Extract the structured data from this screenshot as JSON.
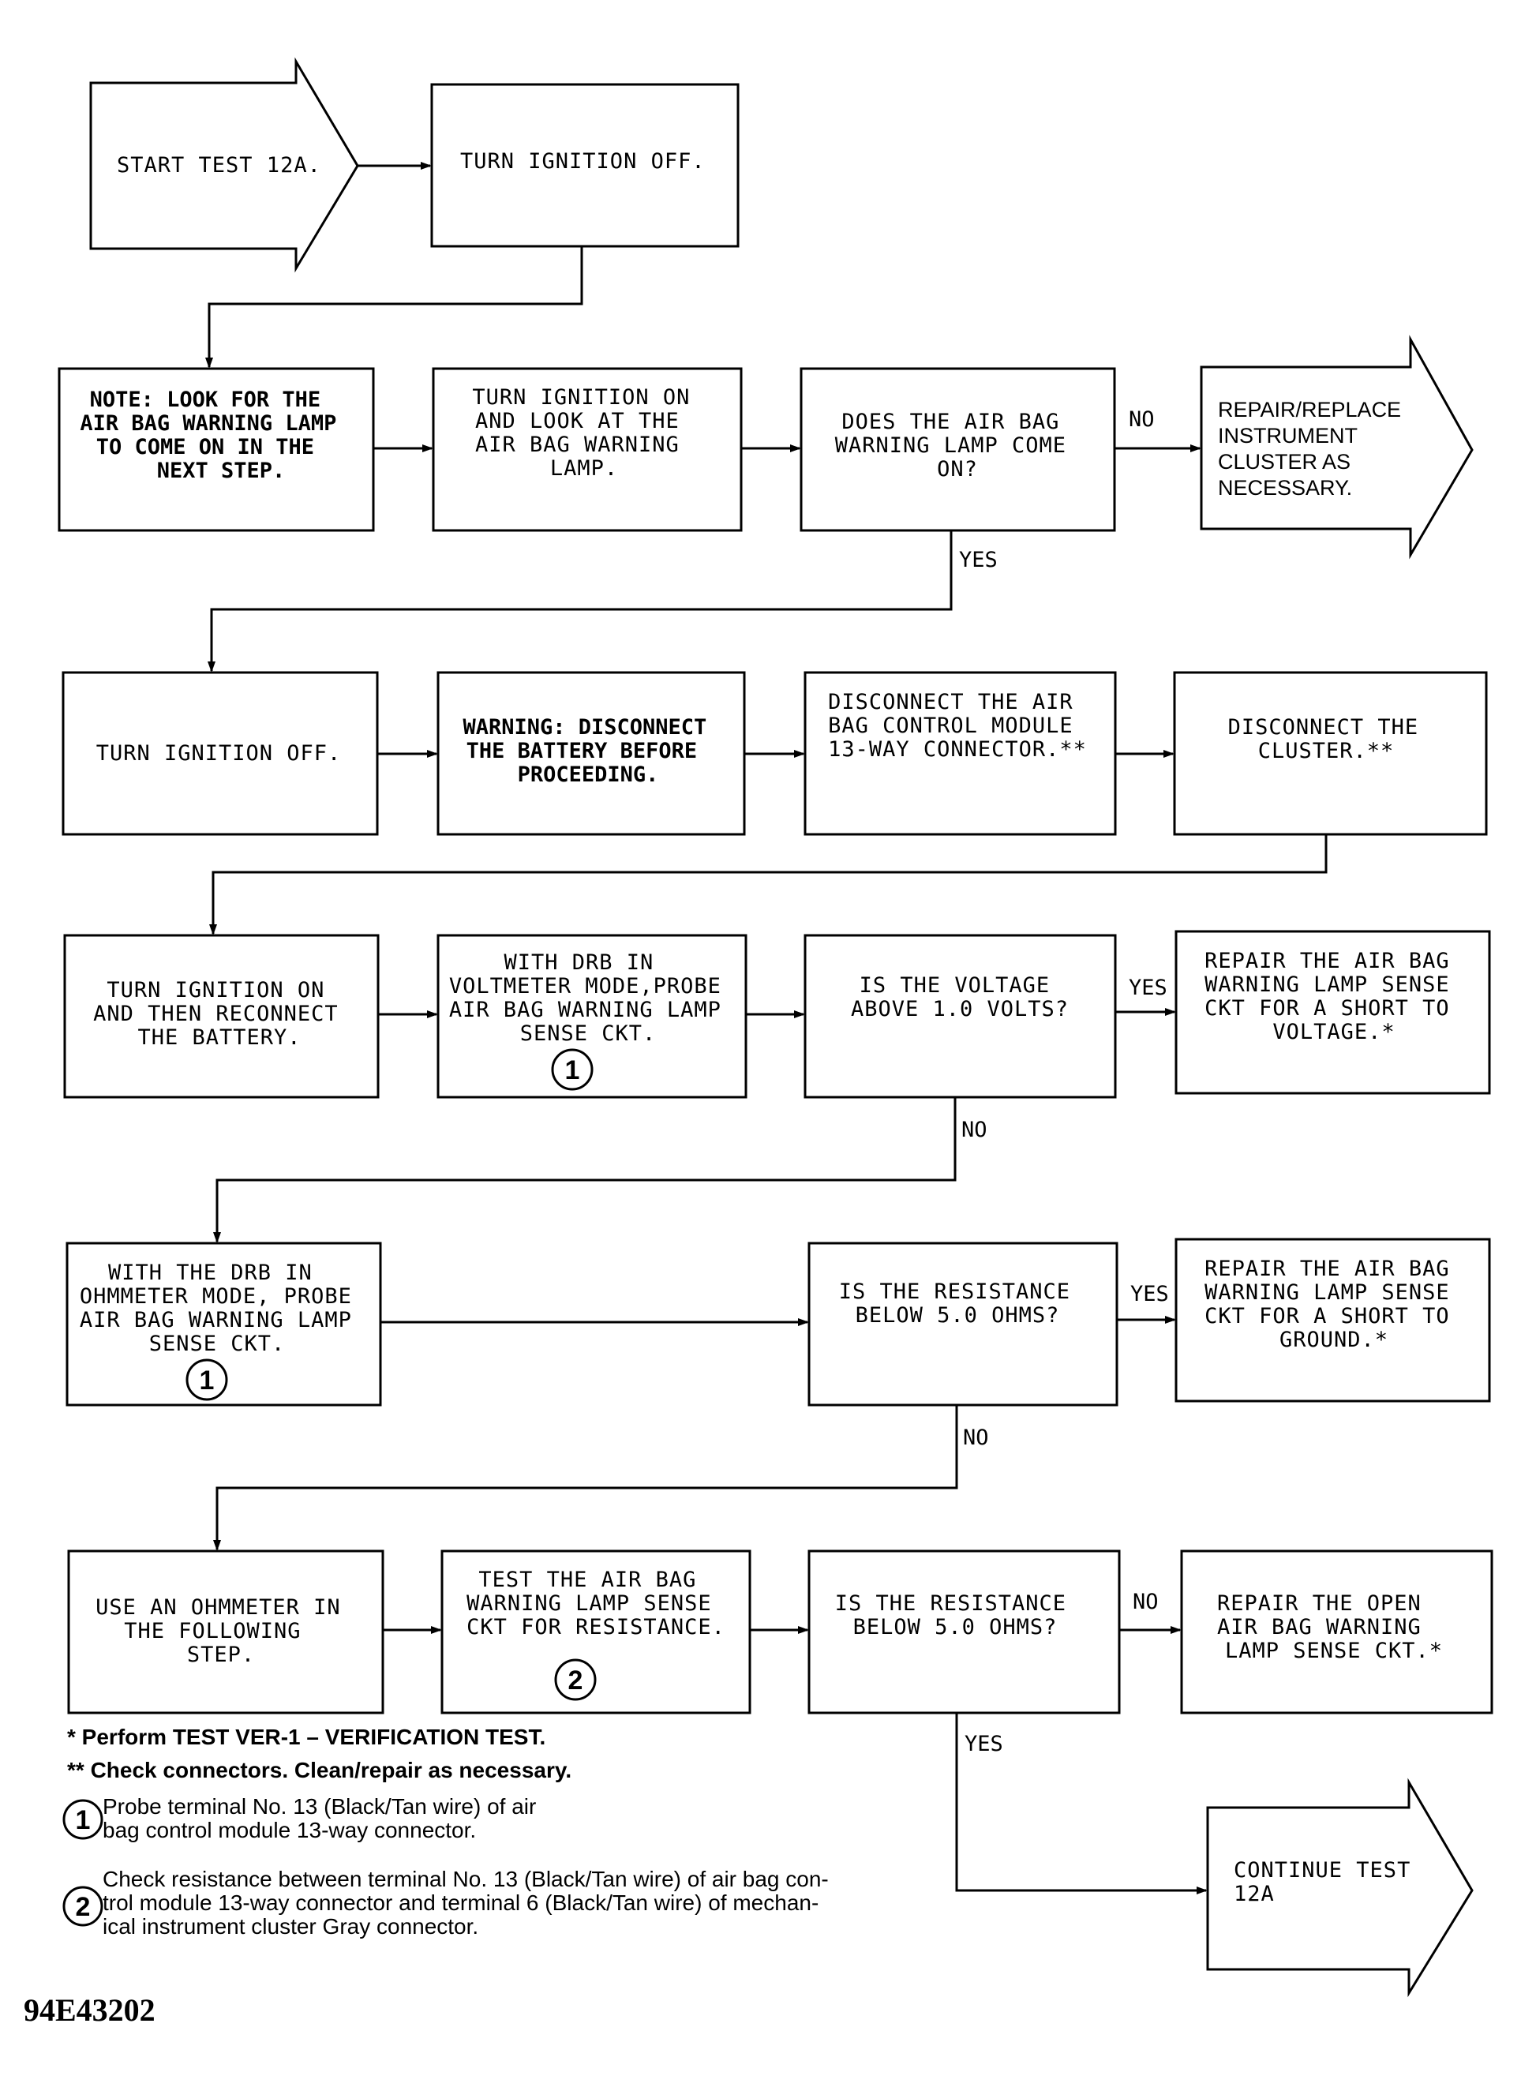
{
  "nodes": {
    "start": {
      "lines": [
        "START TEST 12A."
      ]
    },
    "n1": {
      "lines": [
        "TURN IGNITION OFF."
      ]
    },
    "n2": {
      "lines": [
        "NOTE:  LOOK FOR THE",
        "AIR BAG WARNING LAMP",
        "TO COME ON IN THE",
        "NEXT STEP."
      ]
    },
    "n3": {
      "lines": [
        "TURN IGNITION ON",
        "AND LOOK AT THE",
        "AIR BAG WARNING",
        "LAMP."
      ]
    },
    "n4": {
      "lines": [
        "DOES THE AIR BAG",
        "WARNING LAMP COME",
        "ON?"
      ]
    },
    "n5": {
      "lines": [
        "REPAIR/REPLACE",
        "INSTRUMENT",
        "CLUSTER AS",
        "NECESSARY."
      ]
    },
    "n6": {
      "lines": [
        "TURN IGNITION OFF."
      ]
    },
    "n7": {
      "lines": [
        "WARNING:  DISCONNECT",
        "THE BATTERY BEFORE",
        "PROCEEDING."
      ]
    },
    "n8": {
      "lines": [
        "DISCONNECT THE AIR",
        "BAG CONTROL MODULE",
        "13-WAY CONNECTOR.**"
      ]
    },
    "n9": {
      "lines": [
        "DISCONNECT THE",
        "CLUSTER.**"
      ]
    },
    "n10": {
      "lines": [
        "TURN IGNITION ON",
        "AND THEN RECONNECT",
        "THE BATTERY."
      ]
    },
    "n11": {
      "lines": [
        "WITH DRB IN",
        "VOLTMETER MODE,PROBE",
        "AIR BAG WARNING LAMP",
        "SENSE CKT."
      ],
      "badge": "1"
    },
    "n12": {
      "lines": [
        "IS THE VOLTAGE",
        "ABOVE 1.0 VOLTS?"
      ]
    },
    "n13": {
      "lines": [
        "REPAIR THE AIR BAG",
        "WARNING LAMP SENSE",
        "CKT FOR A SHORT TO",
        "VOLTAGE.*"
      ]
    },
    "n14": {
      "lines": [
        "WITH THE DRB IN",
        "OHMMETER MODE, PROBE",
        "AIR BAG WARNING LAMP",
        "SENSE CKT."
      ],
      "badge": "1"
    },
    "n15": {
      "lines": [
        "IS THE RESISTANCE",
        "BELOW 5.0 OHMS?"
      ]
    },
    "n16": {
      "lines": [
        "REPAIR THE AIR BAG",
        "WARNING LAMP SENSE",
        "CKT FOR A SHORT TO",
        "GROUND.*"
      ]
    },
    "n17": {
      "lines": [
        "USE AN OHMMETER IN",
        "THE FOLLOWING",
        "STEP."
      ]
    },
    "n18": {
      "lines": [
        "TEST THE AIR BAG",
        "WARNING LAMP SENSE",
        "CKT FOR RESISTANCE."
      ],
      "badge": "2"
    },
    "n19": {
      "lines": [
        "IS THE RESISTANCE",
        "BELOW 5.0 OHMS?"
      ]
    },
    "n20": {
      "lines": [
        "REPAIR THE OPEN",
        "AIR BAG WARNING",
        "LAMP SENSE CKT.*"
      ]
    },
    "n21": {
      "lines": [
        "CONTINUE TEST",
        "12A"
      ]
    }
  },
  "labels": {
    "no": "NO",
    "yes": "YES"
  },
  "notes": {
    "note1": "* Perform TEST VER-1 – VERIFICATION TEST.",
    "note2": "** Check connectors. Clean/repair as necessary.",
    "fn1_num": "1",
    "fn1_lines": [
      "Probe terminal No. 13 (Black/Tan wire) of air",
      "bag control module 13-way connector."
    ],
    "fn2_num": "2",
    "fn2_lines": [
      "Check resistance between terminal No. 13 (Black/Tan wire) of air bag con-",
      "trol module 13-way connector and terminal 6 (Black/Tan wire) of mechan-",
      "ical instrument cluster Gray connector."
    ]
  },
  "figure_id": "94E43202"
}
